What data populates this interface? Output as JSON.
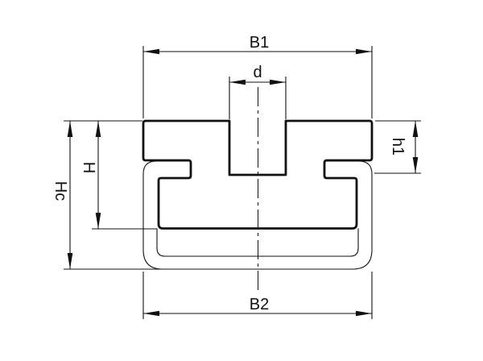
{
  "drawing": {
    "type": "technical-cross-section",
    "subject": "chain-guide-profile-on-c-rail",
    "background_color": "#ffffff",
    "line_color": "#111111",
    "dimensions": {
      "top_width_label": "B1",
      "slot_width_label": "d",
      "head_height_label": "h1",
      "guide_height_label": "H",
      "total_height_label": "Hc",
      "base_width_label": "B2"
    }
  }
}
